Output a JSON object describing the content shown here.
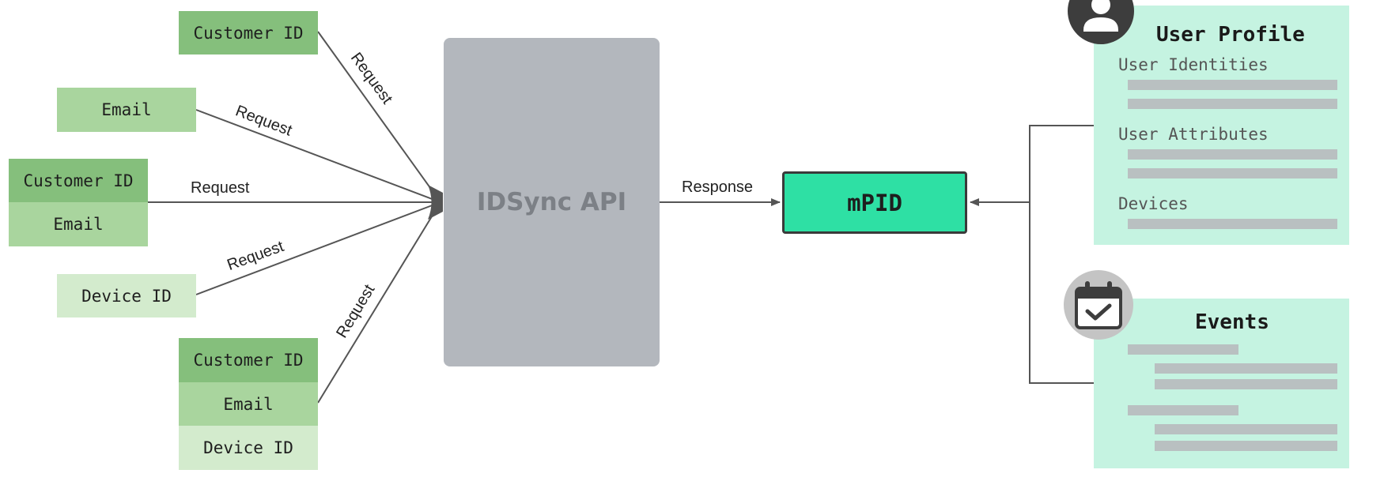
{
  "sources": {
    "group_top": {
      "customer_id": "Customer ID"
    },
    "group_email": {
      "email": "Email"
    },
    "group_combo2": {
      "customer_id": "Customer ID",
      "email": "Email"
    },
    "group_device": {
      "device_id": "Device ID"
    },
    "group_combo3": {
      "customer_id": "Customer ID",
      "email": "Email",
      "device_id": "Device ID"
    }
  },
  "edges": {
    "request_1": "Request",
    "request_2": "Request",
    "request_3": "Request",
    "request_4": "Request",
    "request_5": "Request",
    "response": "Response"
  },
  "api": {
    "label": "IDSync API"
  },
  "mpid": {
    "label": "mPID"
  },
  "user_profile": {
    "title": "User Profile",
    "sections": [
      "User Identities",
      "User Attributes",
      "Devices"
    ]
  },
  "events": {
    "title": "Events"
  },
  "icons": {
    "user_icon": "person-icon",
    "events_icon": "calendar-check-icon"
  },
  "colors": {
    "id_dark": "#85bf7c",
    "id_mid": "#a9d59e",
    "id_light": "#d3ebcd",
    "api_box": "#b3b7bd",
    "mpid_box": "#2ee0a4",
    "panel": "#c5f3e1",
    "bars": "#b9c0c1"
  }
}
